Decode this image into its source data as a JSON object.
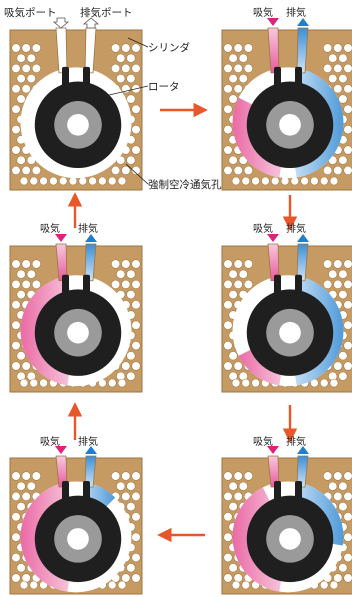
{
  "labels": {
    "intake_port": "吸気ポート",
    "exhaust_port": "排気ポート",
    "cylinder": "シリンダ",
    "rotor": "ロータ",
    "cooling_holes": "強制空冷通気孔",
    "intake": "吸気",
    "exhaust": "排気"
  },
  "colors": {
    "housing": "#c69a63",
    "hole": "#ffffff",
    "rotor": "#1f1f1f",
    "hub": "#9a9a9a",
    "intake_gas": "#e85a9b",
    "exhaust_gas": "#3b8fd6",
    "arrow": "#e8572a",
    "intake_marker": "#e0207a",
    "exhaust_marker": "#1f7fce"
  },
  "diagram": {
    "title": "",
    "panels": [
      {
        "id": "panel-1",
        "stage": 1
      },
      {
        "id": "panel-2",
        "stage": 2
      },
      {
        "id": "panel-3",
        "stage": 3
      },
      {
        "id": "panel-4",
        "stage": 4
      },
      {
        "id": "panel-5",
        "stage": 5
      },
      {
        "id": "panel-6",
        "stage": 6
      }
    ],
    "flow": "clockwise cycle: top-left → top-right → middle-right → bottom-right → bottom-left → middle-left → top-left"
  }
}
